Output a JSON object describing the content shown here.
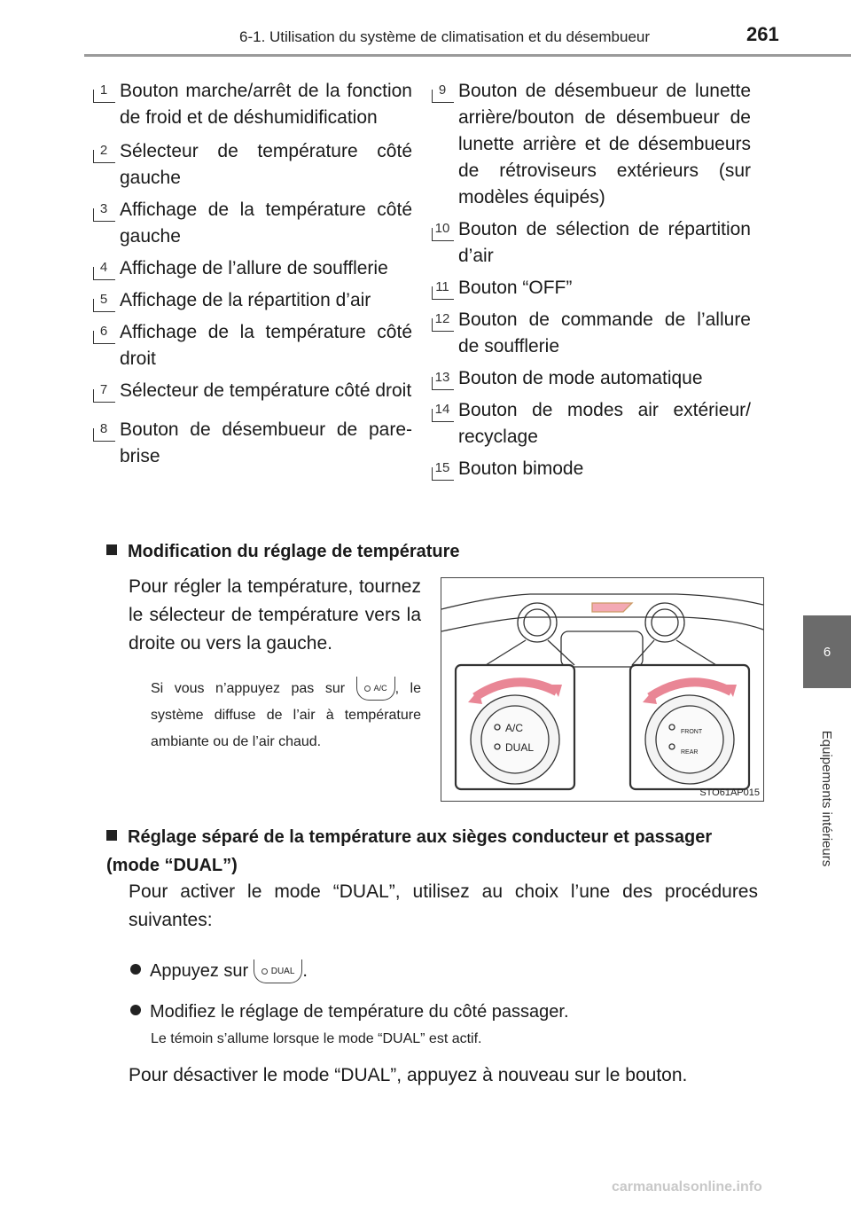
{
  "header": {
    "section": "6-1. Utilisation du système de climatisation et du désembueur",
    "page_number": "261"
  },
  "side_tab": {
    "number": "6",
    "label": "Equipements intérieurs"
  },
  "legend": {
    "left": [
      {
        "num": "1",
        "text": "Bouton marche/arrêt de la fonction de froid et de déshumidification"
      },
      {
        "num": "2",
        "text": "Sélecteur de température côté gauche"
      },
      {
        "num": "3",
        "text": "Affichage de la température côté gauche"
      },
      {
        "num": "4",
        "text": "Affichage de l’allure de soufflerie"
      },
      {
        "num": "5",
        "text": "Affichage de la répartition d’air"
      },
      {
        "num": "6",
        "text": "Affichage de la température côté droit"
      },
      {
        "num": "7",
        "text": "Sélecteur de température côté droit"
      },
      {
        "num": "8",
        "text": "Bouton de désembueur de pare-brise"
      }
    ],
    "right": [
      {
        "num": "9",
        "text": "Bouton de désembueur de lunette arrière/bouton de désembueur de lunette arrière et de désembueurs de rétroviseurs extérieurs (sur modèles équipés)"
      },
      {
        "num": "10",
        "text": "Bouton de sélection de répartition d’air"
      },
      {
        "num": "11",
        "text": "Bouton “OFF”"
      },
      {
        "num": "12",
        "text": "Bouton de commande de l’allure de soufflerie"
      },
      {
        "num": "13",
        "text": "Bouton de mode automatique"
      },
      {
        "num": "14",
        "text": "Bouton de modes air extérieur/ recyclage"
      },
      {
        "num": "15",
        "text": "Bouton bimode"
      }
    ]
  },
  "section1": {
    "heading": "Modification du réglage de température",
    "para": "Pour régler la température, tournez le sélecteur de température vers la droite ou vers la gauche.",
    "note_before": "Si vous n’appuyez pas sur",
    "note_button": "A/C",
    "note_after": ", le système diffuse de l’air à température ambiante ou de l’air chaud."
  },
  "figure": {
    "code": "STO61AP015",
    "left_knob": {
      "label1": "A/C",
      "label2": "DUAL"
    },
    "right_knob": {
      "label1": "FRONT",
      "label2": "REAR"
    }
  },
  "section2": {
    "heading": "Réglage séparé de la température aux sièges conducteur et passager (mode “DUAL”)",
    "para": "Pour activer le mode “DUAL”, utilisez au choix l’une des procédures suivantes:",
    "bullet1_before": "Appuyez sur",
    "bullet1_button": "DUAL",
    "bullet1_after": ".",
    "bullet2": "Modifiez le réglage de température du côté passager.",
    "note": "Le témoin s’allume lorsque le mode “DUAL” est actif.",
    "closing": "Pour désactiver le mode “DUAL”, appuyez à nouveau sur le bouton."
  },
  "watermark": "carmanualsonline.info"
}
